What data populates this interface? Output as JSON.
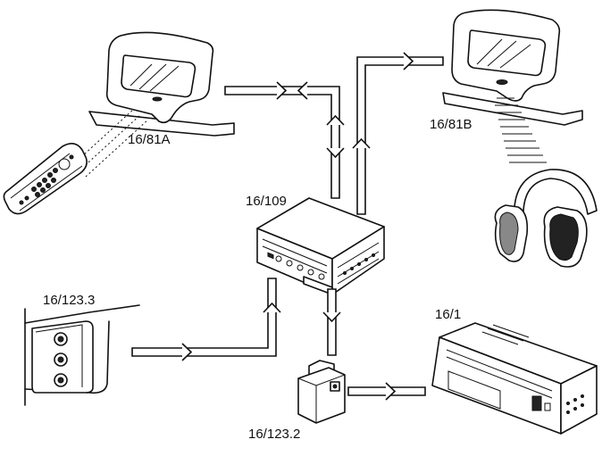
{
  "labels": {
    "headrest_a": "16/81A",
    "headrest_b": "16/81B",
    "dvd_player": "16/109",
    "aux_input": "16/123.3",
    "headunit": "16/1",
    "adapter": "16/123.2"
  },
  "colors": {
    "line": "#111111",
    "background": "#ffffff"
  }
}
